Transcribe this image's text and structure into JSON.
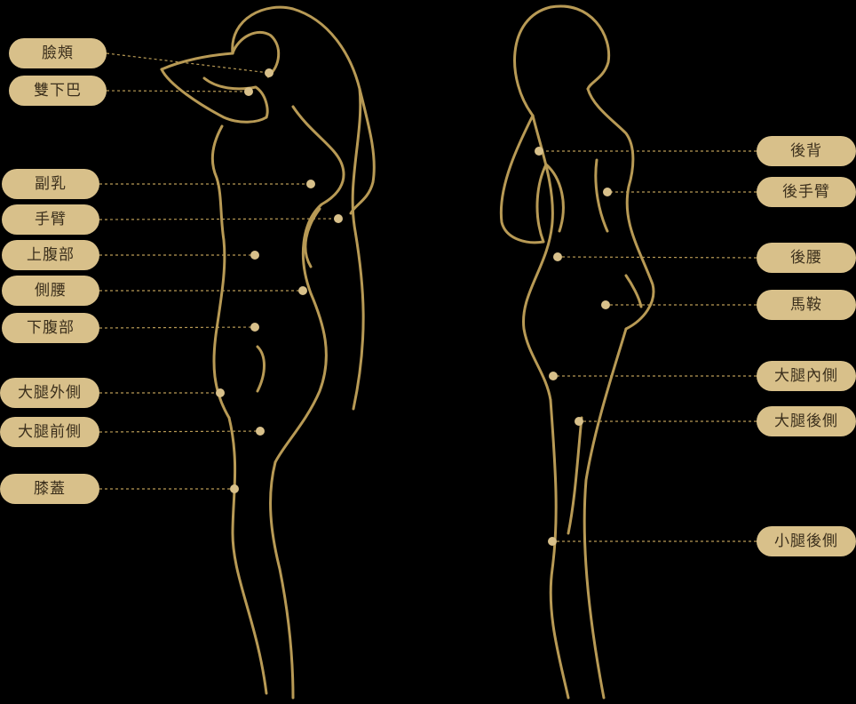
{
  "front_labels": [
    "臉頰",
    "雙下巴",
    "副乳",
    "手臂",
    "上腹部",
    "側腰",
    "下腹部",
    "大腿外側",
    "大腿前側",
    "膝蓋"
  ],
  "back_labels": [
    "後背",
    "後手臂",
    "後腰",
    "馬鞍",
    "大腿內側",
    "大腿後側",
    "小腿後側"
  ],
  "colors": {
    "line": "#b89a55",
    "pill_bg": "#d8c08a",
    "pill_text": "#3b2f1c",
    "dot": "#d8c08a",
    "background": "#000000"
  }
}
